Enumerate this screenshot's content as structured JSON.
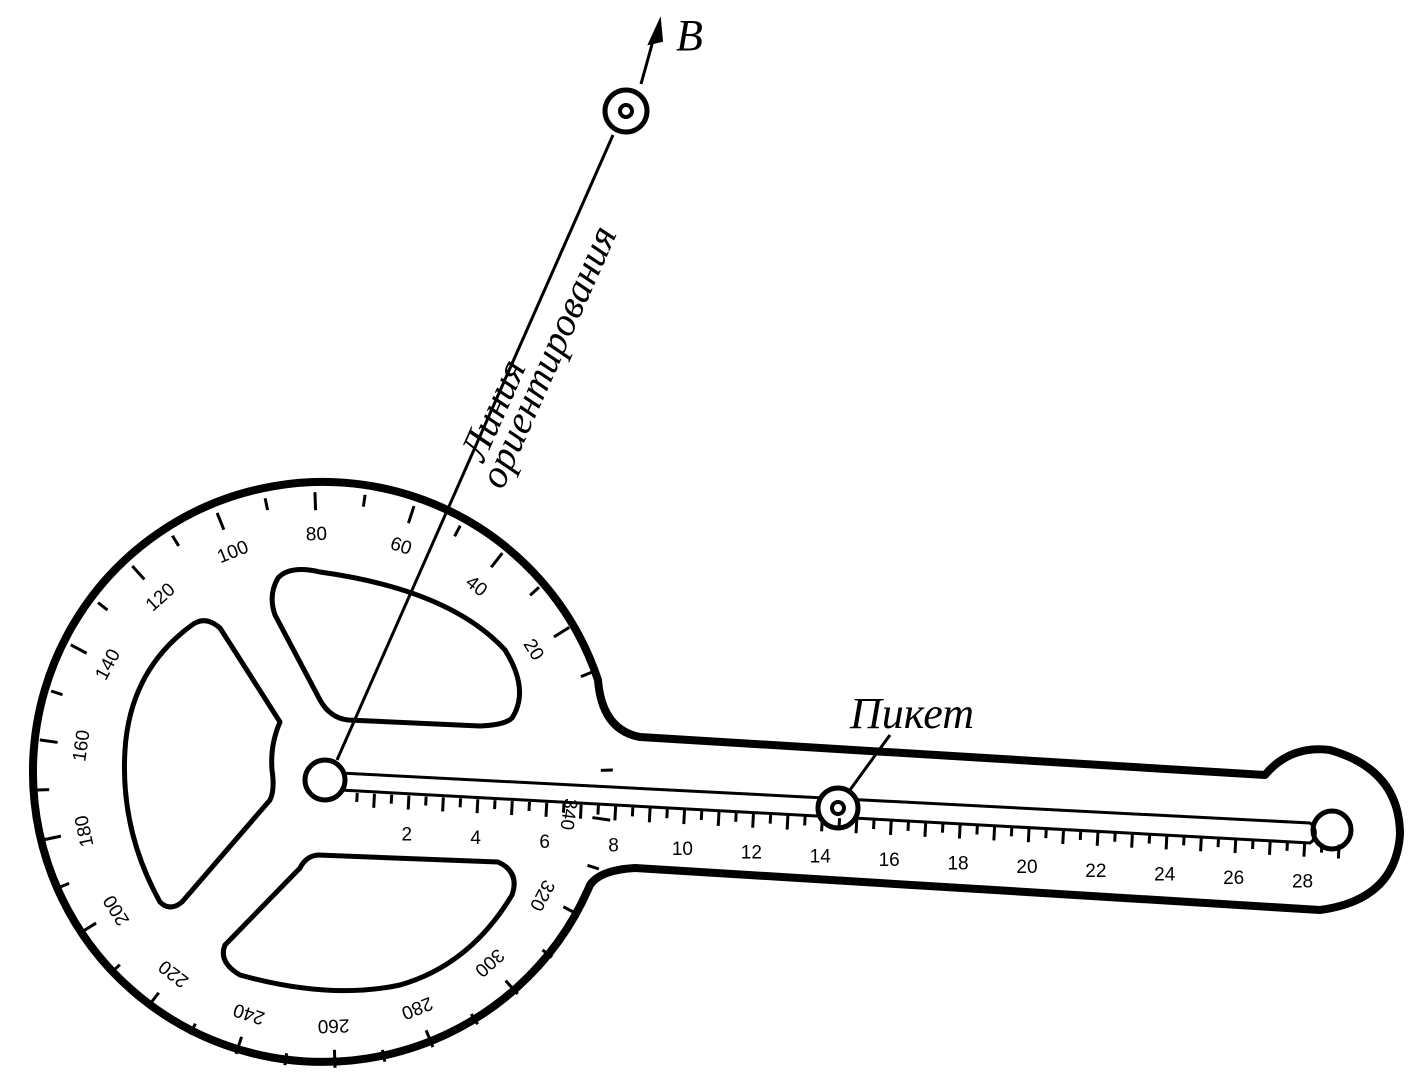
{
  "labels": {
    "direction": "В",
    "line_line1": "Линия",
    "line_line2": "ориентирования",
    "picket": "Пикет"
  },
  "protractor_scale": {
    "step": 20,
    "values": [
      "20",
      "40",
      "60",
      "80",
      "100",
      "120",
      "140",
      "160",
      "180",
      "200",
      "220",
      "240",
      "260",
      "280",
      "300",
      "320",
      "340"
    ]
  },
  "ruler_scale": {
    "values": [
      "2",
      "4",
      "6",
      "8",
      "10",
      "12",
      "14",
      "16",
      "18",
      "20",
      "22",
      "24",
      "26",
      "28"
    ]
  },
  "colors": {
    "ink": "#000000",
    "paper": "#ffffff"
  }
}
